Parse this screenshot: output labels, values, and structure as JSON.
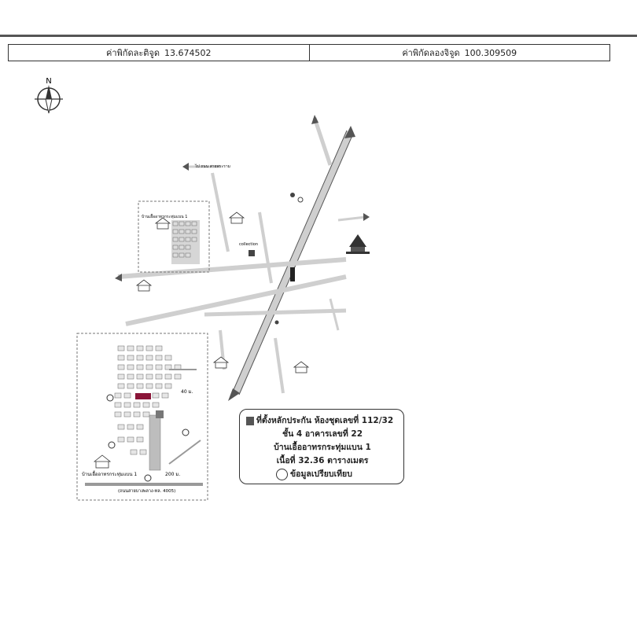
{
  "coordinates": {
    "latitude_label": "ค่าพิกัดละติจูด",
    "latitude_value": "13.674502",
    "longitude_label": "ค่าพิกัดลองจิจูด",
    "longitude_value": "100.309509"
  },
  "compass": {
    "north": "N"
  },
  "map_labels": {
    "village_1": "บ้านเอื้ออาทรกระทุ่มแบน 1",
    "collection": "collection",
    "ice_road": "ไป ถนน สายพระราม",
    "distance": "40 ม.",
    "distance_2": "200 ม.",
    "lower_village": "บ้านเอื้ออาทรกระทุ่มแบน 1",
    "bottom_road": "(ถนนสายบางพลาง-ทล. 4005)"
  },
  "legend": {
    "line1_prefix": "ที่ตั้งหลักประกัน",
    "line1_suffix": "ห้องชุดเลขที่ 112/32",
    "line2": "ชั้น 4 อาคารเลขที่ 22",
    "line3": "บ้านเอื้ออาทรกระทุ่มแบน 1",
    "line4": "เนื้อที่ 32.36 ตารางเมตร",
    "line5": "ข้อมูลเปรียบเทียบ"
  },
  "colors": {
    "subject_marker": "#8a1538",
    "road": "#cfcfcf",
    "line": "#333333"
  }
}
